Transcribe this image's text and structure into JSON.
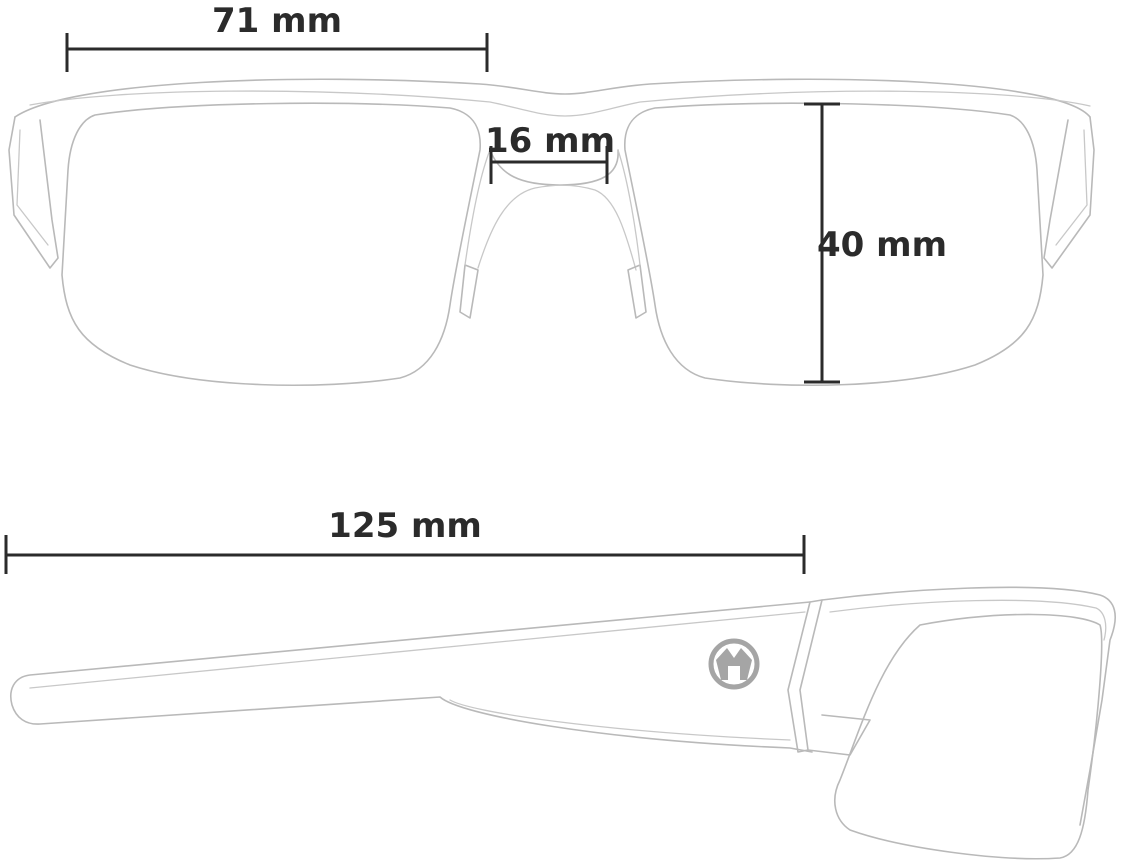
{
  "dimensions": {
    "lens_width": "71 mm",
    "bridge_width": "16 mm",
    "lens_height": "40 mm",
    "temple_length": "125 mm"
  },
  "icons": {
    "logo": "magpul-logo-icon"
  },
  "colors": {
    "outline": "#b9b9b9",
    "dimension": "#2b2b2b",
    "logo": "#a5a5a5"
  }
}
